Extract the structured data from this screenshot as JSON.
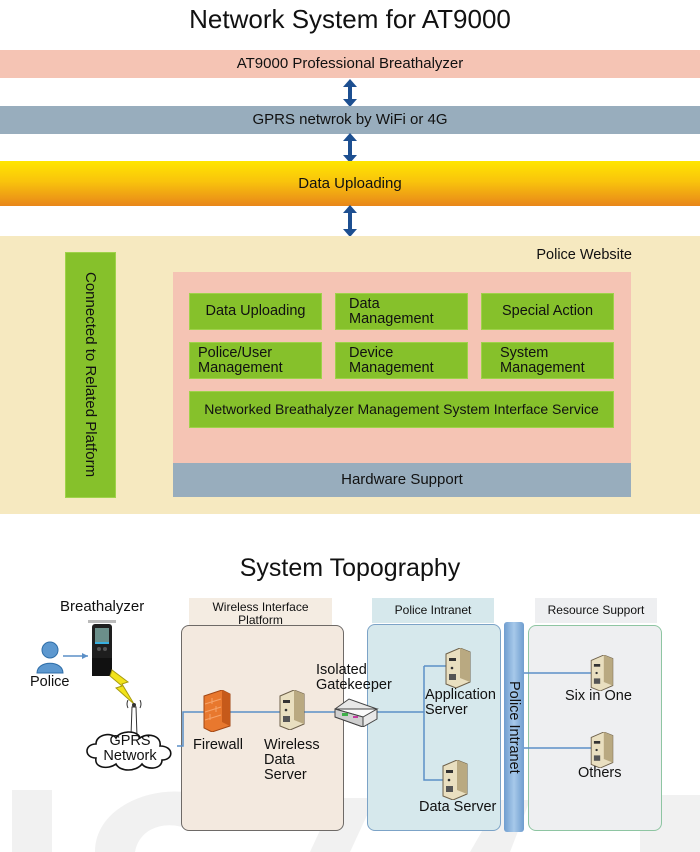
{
  "network_system": {
    "title": "Network System for AT9000",
    "bands": {
      "breathalyzer": "AT9000 Professional Breathalyzer",
      "gprs": "GPRS netwrok by WiFi or 4G",
      "uploading": "Data Uploading"
    },
    "side_panel": "Connected to Related Platform",
    "police_website_label": "Police Website",
    "modules": [
      "Data Uploading",
      "Data\nManagement",
      "Special Action",
      "Police/User\nManagement",
      "Device\nManagement",
      "System\nManagement"
    ],
    "modules_lines": {
      "m0": "Data Uploading",
      "m1a": "Data",
      "m1b": "Management",
      "m2": "Special Action",
      "m3a": "Police/User",
      "m3b": "Management",
      "m4a": "Device",
      "m4b": "Management",
      "m5a": "System",
      "m5b": "Management"
    },
    "interface_service": "Networked Breathalyzer Management System Interface Service",
    "hardware_support": "Hardware Support",
    "colors": {
      "breathalyzer_band": "#f5c4b4",
      "gprs_band": "#98adbd",
      "upload_top": "#ffe600",
      "upload_bottom": "#e8861a",
      "arrow": "#1d4f91",
      "website_bg": "#f6e9c0",
      "module_green": "#86c12b",
      "inner_pink": "#f5c4b4",
      "hardware": "#98adbd"
    }
  },
  "topography": {
    "title": "System Topography",
    "breathalyzer_label": "Breathalyzer",
    "police_label": "Police",
    "gprs_line1": "GPRS",
    "gprs_line2": "Network",
    "sections": {
      "wireless_line1": "Wireless Interface",
      "wireless_line2": "Platform",
      "intranet": "Police Intranet",
      "resource": "Resource Support"
    },
    "firewall": "Firewall",
    "wireless_server_line1": "Wireless",
    "wireless_server_line2": "Data",
    "wireless_server_line3": "Server",
    "gatekeeper_line1": "Isolated",
    "gatekeeper_line2": "Gatekeeper",
    "app_server_line1": "Application",
    "app_server_line2": "Server",
    "data_server": "Data Server",
    "intranet_bar": "Police Intranet",
    "six_in_one": "Six in One",
    "others": "Others"
  }
}
